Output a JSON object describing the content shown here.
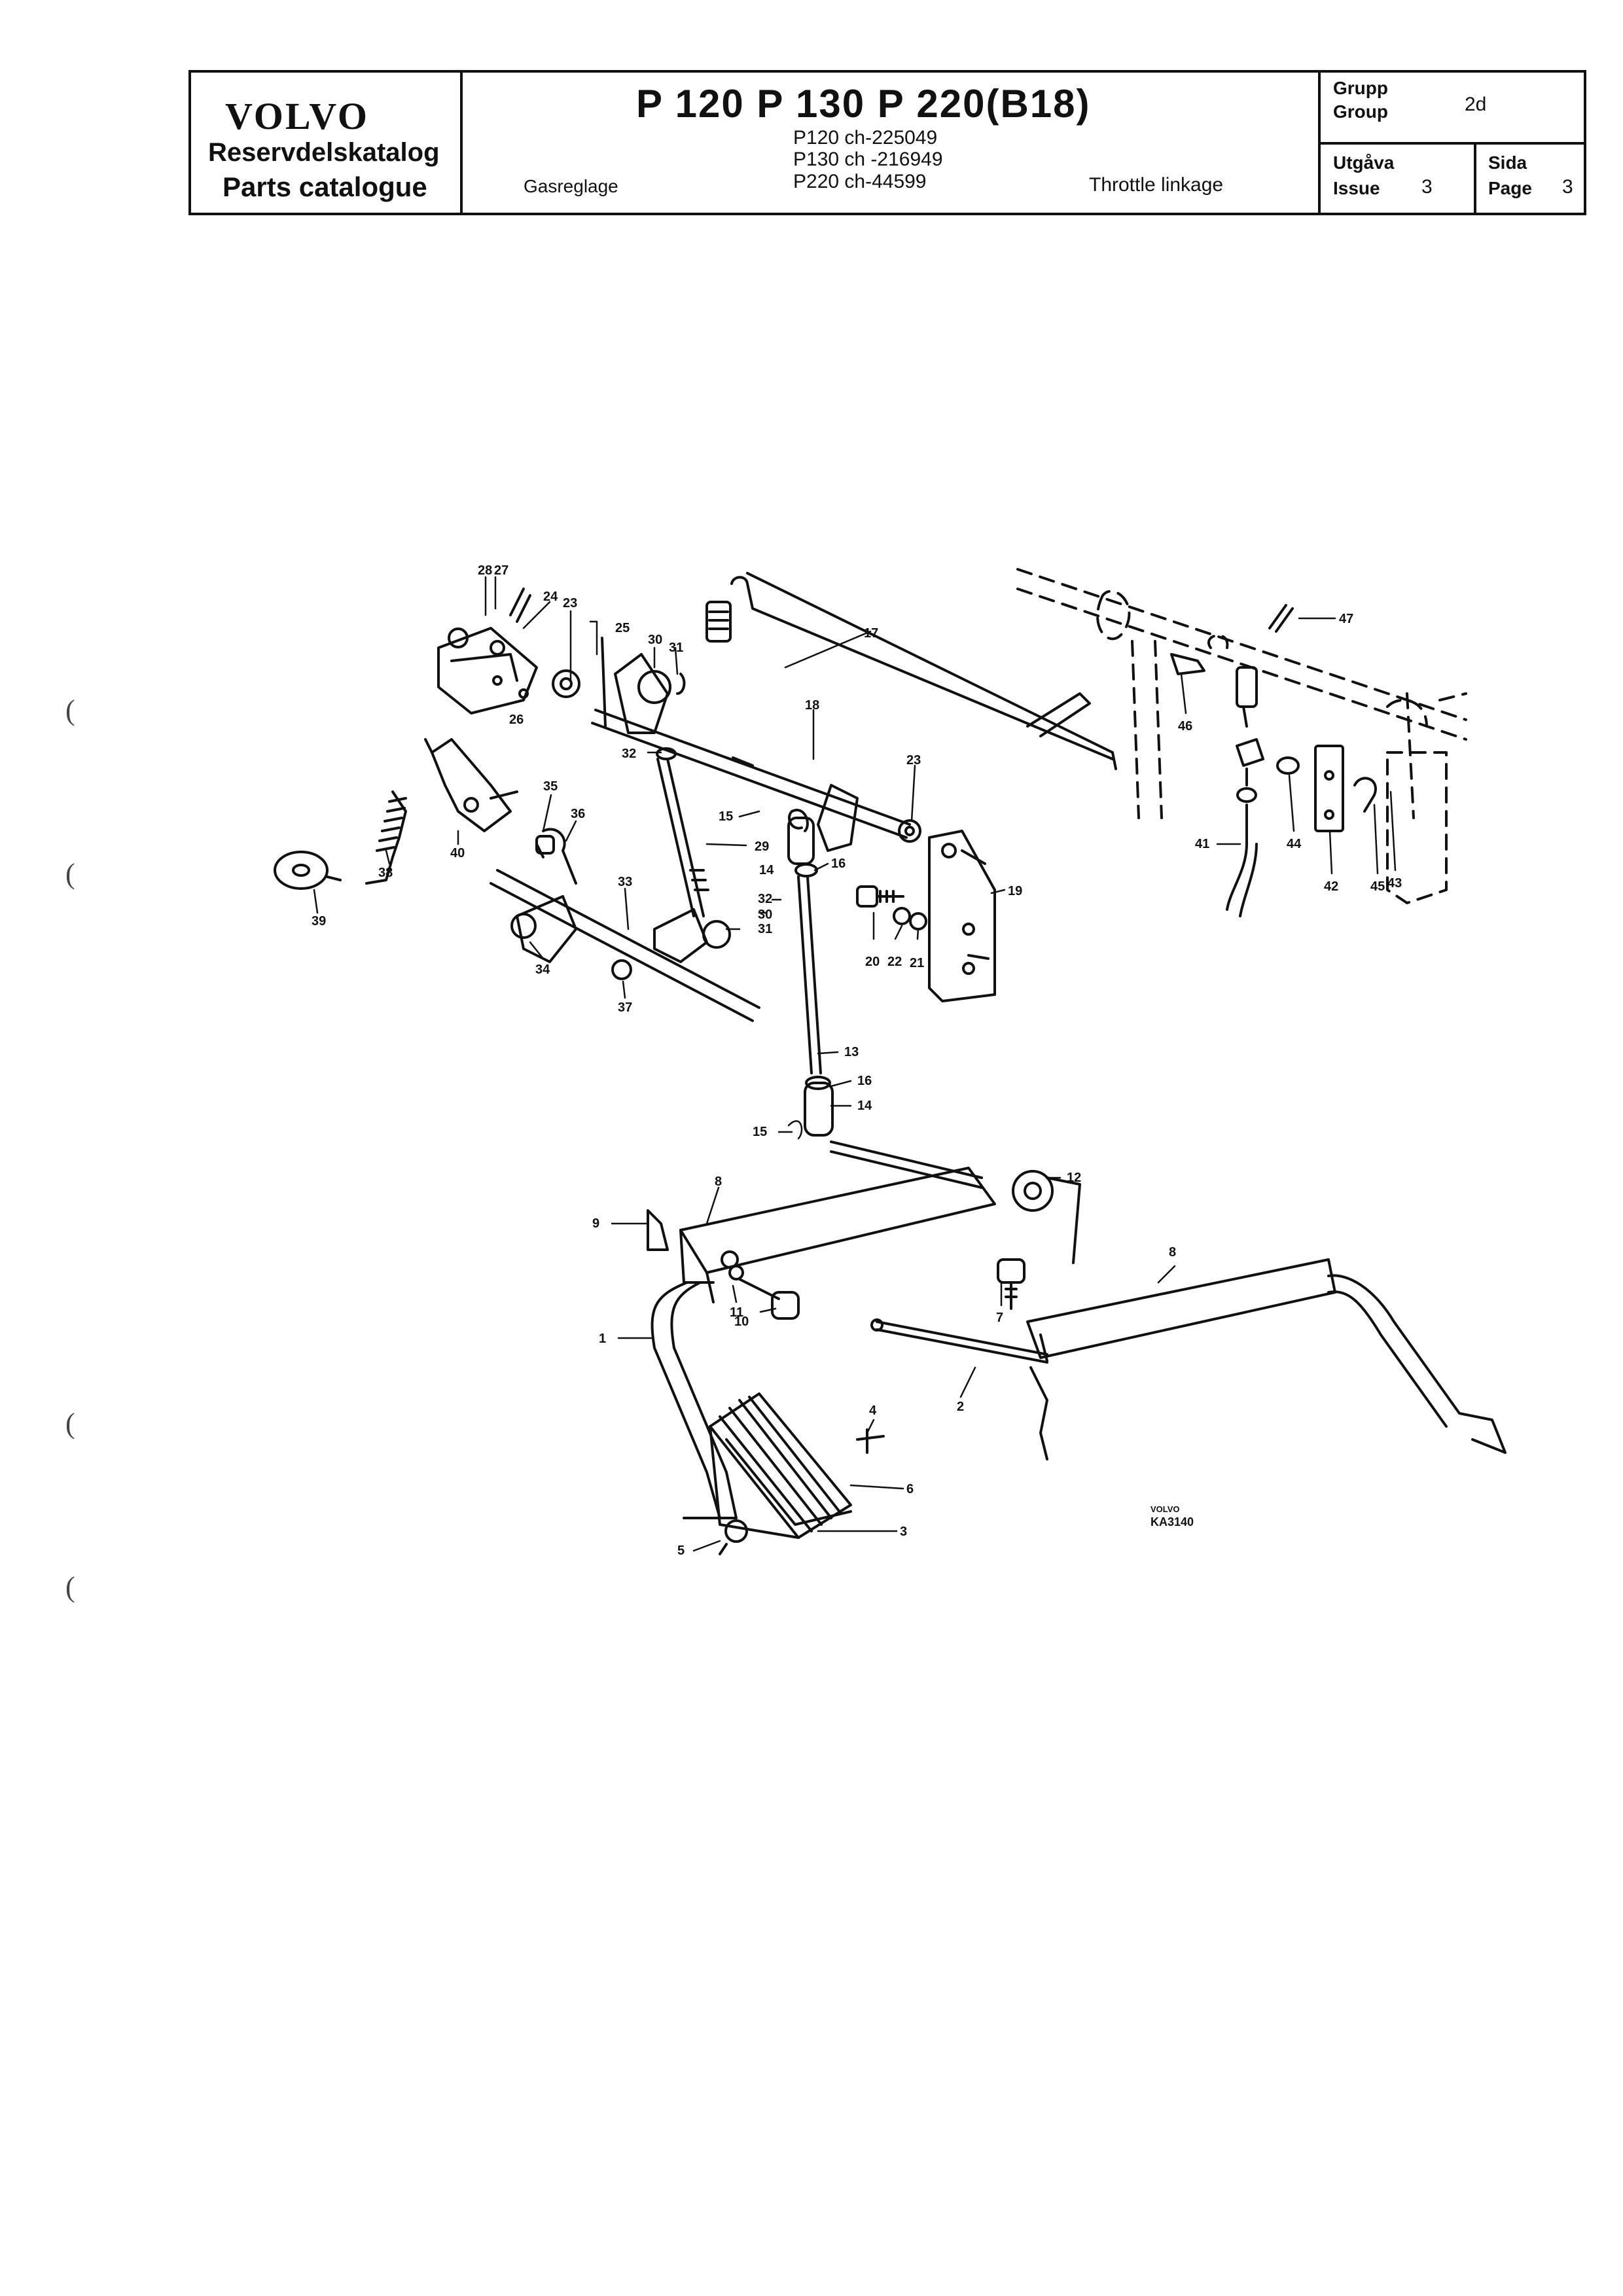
{
  "header": {
    "brand": "VOLVO",
    "catalog_sv": "Reservdelskatalog",
    "catalog_en": "Parts catalogue",
    "models": "P 120  P 130  P 220(B18)",
    "chassis": [
      "P120 ch-225049",
      "P130 ch -216949",
      "P220 ch-44599"
    ],
    "title_sv": "Gasreglage",
    "title_en": "Throttle linkage",
    "group_sv": "Grupp",
    "group_en": "Group",
    "group_value": "2d",
    "issue_sv": "Utgåva",
    "issue_en": "Issue",
    "issue_value": "3",
    "page_sv": "Sida",
    "page_en": "Page",
    "page_value": "3"
  },
  "figure": {
    "brand_mark": "VOLVO",
    "code": "KA3140",
    "callouts": [
      {
        "id": "c28",
        "text": "28"
      },
      {
        "id": "c27",
        "text": "27"
      },
      {
        "id": "c24",
        "text": "24"
      },
      {
        "id": "c23a",
        "text": "23"
      },
      {
        "id": "c25",
        "text": "25"
      },
      {
        "id": "c30a",
        "text": "30"
      },
      {
        "id": "c31a",
        "text": "31"
      },
      {
        "id": "c26",
        "text": "26"
      },
      {
        "id": "c17",
        "text": "17"
      },
      {
        "id": "c18",
        "text": "18"
      },
      {
        "id": "c32a",
        "text": "32"
      },
      {
        "id": "c23b",
        "text": "23"
      },
      {
        "id": "c15a",
        "text": "15"
      },
      {
        "id": "c29",
        "text": "29"
      },
      {
        "id": "c14a",
        "text": "14"
      },
      {
        "id": "c16a",
        "text": "16"
      },
      {
        "id": "c32b",
        "text": "32"
      },
      {
        "id": "c30b",
        "text": "30"
      },
      {
        "id": "c31b",
        "text": "31"
      },
      {
        "id": "c19",
        "text": "19"
      },
      {
        "id": "c20",
        "text": "20"
      },
      {
        "id": "c22",
        "text": "22"
      },
      {
        "id": "c21",
        "text": "21"
      },
      {
        "id": "c40",
        "text": "40"
      },
      {
        "id": "c35",
        "text": "35"
      },
      {
        "id": "c36",
        "text": "36"
      },
      {
        "id": "c38",
        "text": "38"
      },
      {
        "id": "c39",
        "text": "39"
      },
      {
        "id": "c33",
        "text": "33"
      },
      {
        "id": "c34",
        "text": "34"
      },
      {
        "id": "c37",
        "text": "37"
      },
      {
        "id": "c13",
        "text": "13"
      },
      {
        "id": "c16b",
        "text": "16"
      },
      {
        "id": "c14b",
        "text": "14"
      },
      {
        "id": "c15b",
        "text": "15"
      },
      {
        "id": "c12",
        "text": "12"
      },
      {
        "id": "c8a",
        "text": "8"
      },
      {
        "id": "c9",
        "text": "9"
      },
      {
        "id": "c11",
        "text": "11"
      },
      {
        "id": "c10",
        "text": "10"
      },
      {
        "id": "c7",
        "text": "7"
      },
      {
        "id": "c8b",
        "text": "8"
      },
      {
        "id": "c1",
        "text": "1"
      },
      {
        "id": "c2",
        "text": "2"
      },
      {
        "id": "c4",
        "text": "4"
      },
      {
        "id": "c6",
        "text": "6"
      },
      {
        "id": "c3",
        "text": "3"
      },
      {
        "id": "c5",
        "text": "5"
      },
      {
        "id": "c47",
        "text": "47"
      },
      {
        "id": "c46",
        "text": "46"
      },
      {
        "id": "c41",
        "text": "41"
      },
      {
        "id": "c44",
        "text": "44"
      },
      {
        "id": "c42",
        "text": "42"
      },
      {
        "id": "c45",
        "text": "45"
      },
      {
        "id": "c43",
        "text": "43"
      }
    ]
  }
}
